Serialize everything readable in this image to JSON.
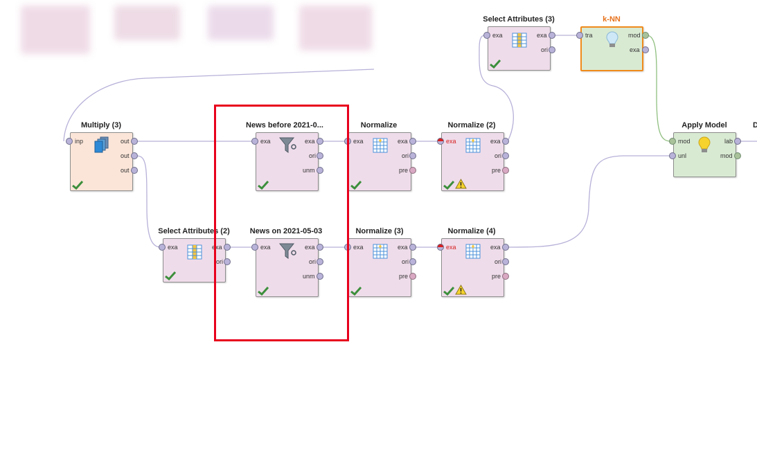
{
  "colors": {
    "pink_operator": "#efdcea",
    "peach_operator": "#fbe5d8",
    "green_operator": "#d9ead3",
    "selected_border": "#f08a1b",
    "selected_title": "#e7711b",
    "wire": "#b7b0d8",
    "model_wire": "#8fbf7f",
    "highlight": "#e8001c"
  },
  "operators": {
    "select_attributes_3": {
      "title": "Select Attributes (3)",
      "in": [
        "exa"
      ],
      "out": [
        "exa",
        "ori"
      ],
      "icon": "table-icon",
      "status": "ok"
    },
    "knn": {
      "title": "k-NN",
      "in": [
        "tra"
      ],
      "out": [
        "mod",
        "exa"
      ],
      "icon": "lightbulb-icon",
      "selected": true
    },
    "multiply_3": {
      "title": "Multiply (3)",
      "in": [
        "inp"
      ],
      "out": [
        "out",
        "out",
        "out"
      ],
      "icon": "multiply-icon",
      "status": "ok"
    },
    "news_before": {
      "title": "News before 2021-0...",
      "in": [
        "exa"
      ],
      "out": [
        "exa",
        "ori",
        "unm"
      ],
      "icon": "filter-icon",
      "status": "ok"
    },
    "normalize": {
      "title": "Normalize",
      "in": [
        "exa"
      ],
      "out": [
        "exa",
        "ori",
        "pre"
      ],
      "icon": "table-icon",
      "status": "ok"
    },
    "normalize_2": {
      "title": "Normalize (2)",
      "in": [
        "exa"
      ],
      "out": [
        "exa",
        "ori",
        "pre"
      ],
      "icon": "table-icon",
      "status": "warning"
    },
    "apply_model": {
      "title": "Apply Model",
      "in": [
        "mod",
        "unl"
      ],
      "out": [
        "lab",
        "mod"
      ],
      "icon": "lightbulb-icon"
    },
    "select_attributes_2": {
      "title": "Select Attributes (2)",
      "in": [
        "exa"
      ],
      "out": [
        "exa",
        "ori"
      ],
      "icon": "table-icon",
      "status": "ok"
    },
    "news_on": {
      "title": "News on 2021-05-03",
      "in": [
        "exa"
      ],
      "out": [
        "exa",
        "ori",
        "unm"
      ],
      "icon": "filter-icon",
      "status": "ok"
    },
    "normalize_3": {
      "title": "Normalize (3)",
      "in": [
        "exa"
      ],
      "out": [
        "exa",
        "ori",
        "pre"
      ],
      "icon": "table-icon",
      "status": "ok"
    },
    "normalize_4": {
      "title": "Normalize (4)",
      "in": [
        "exa"
      ],
      "out": [
        "exa",
        "ori",
        "pre"
      ],
      "icon": "table-icon",
      "status": "warning"
    }
  },
  "cutoff_title": "D"
}
